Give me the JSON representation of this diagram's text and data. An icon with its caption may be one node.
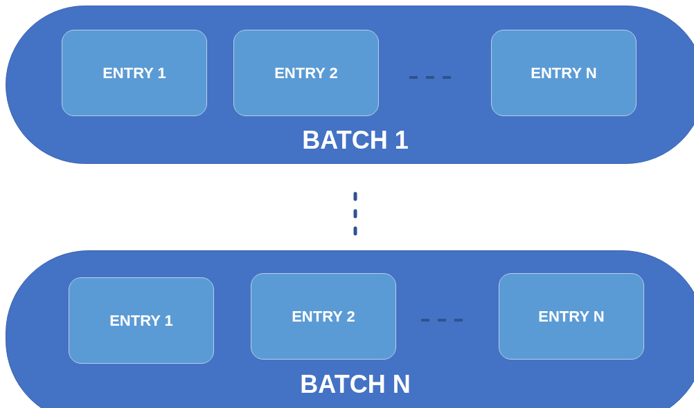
{
  "diagram": {
    "nodes": [
      {
        "text": [
          "BATCH 1"
        ]
      },
      {
        "text": [
          "ENTRY 1"
        ],
        "in": 0
      },
      {
        "text": [
          "ENTRY 2"
        ],
        "in": 0
      },
      {
        "text": [
          "ENTRY N"
        ],
        "in": 0
      },
      {
        "text": [
          "BATCH N"
        ]
      },
      {
        "text": [
          "ENTRY 1"
        ],
        "in": 4
      },
      {
        "text": [
          "ENTRY 2"
        ],
        "in": 4
      },
      {
        "text": [
          "ENTRY N"
        ],
        "in": 4
      }
    ]
  }
}
